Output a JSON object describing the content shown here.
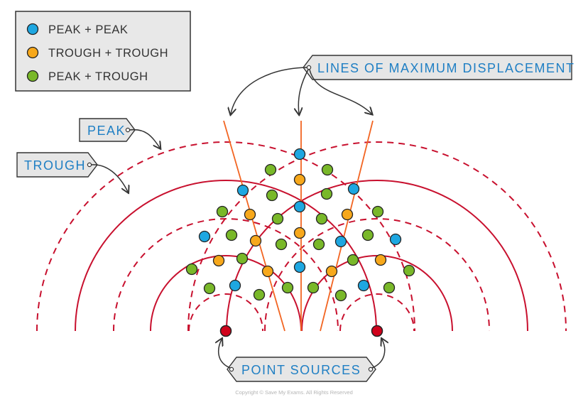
{
  "legend": {
    "items": [
      {
        "label": "PEAK + PEAK",
        "color": "#1ea7e1"
      },
      {
        "label": "TROUGH + TROUGH",
        "color": "#f7a81b"
      },
      {
        "label": "PEAK + TROUGH",
        "color": "#79b829"
      }
    ]
  },
  "labels": {
    "peak": "PEAK",
    "trough": "TROUGH",
    "max_lines": "LINES OF MAXIMUM DISPLACEMENT",
    "sources": "POINT SOURCES"
  },
  "copyright": "Copyright © Save My Exams. All Rights Reserved",
  "colors": {
    "wave": "#c8102e",
    "max_line": "#f26522",
    "source": "#d0021b",
    "label_text": "#1f7fc4",
    "tag_fill": "#e6e6e6"
  }
}
